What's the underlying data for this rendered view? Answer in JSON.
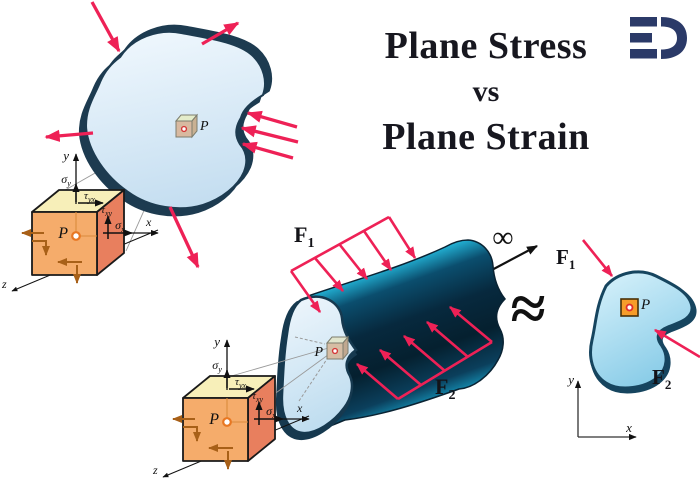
{
  "title": {
    "line1": "Plane Stress",
    "line2": "vs",
    "line3": "Plane Strain"
  },
  "labels": {
    "point": "P",
    "axis_x": "x",
    "axis_y": "y",
    "axis_z": "z",
    "sigma_base": "σ",
    "tau_base": "τ",
    "sub_x": "x",
    "sub_y": "y",
    "sub_yx": "yx",
    "sub_xy": "xy",
    "force_base": "F",
    "sub_1": "1",
    "sub_2": "2",
    "infinity": "∞",
    "approx": "≈"
  },
  "colors": {
    "force_arrow_red": "#ee2156",
    "logo_navy": "#2b3a68",
    "stress_body_fill": "#d9ecf8",
    "body_edge_dark": "#1d3b50",
    "strain_body_cyan": "#27c6ea",
    "strain_body_dark": "#05202f",
    "cube_face_front": "#f5ac6b",
    "cube_face_top": "#f7efb9",
    "cube_face_side": "#e87f5e",
    "point_marker_orange": "#e87722",
    "title_color": "#17171f"
  }
}
